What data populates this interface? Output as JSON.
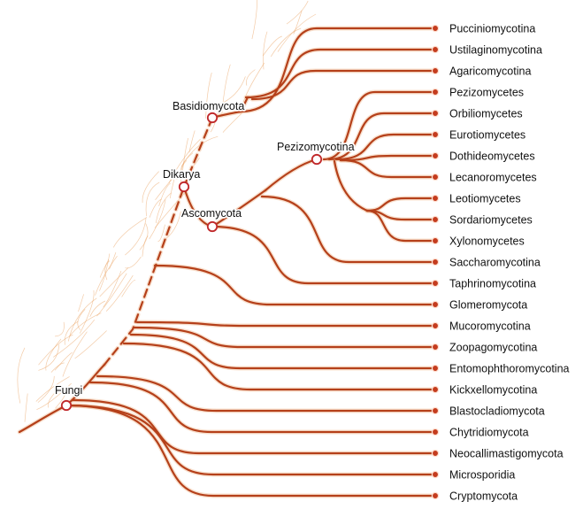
{
  "diagram": {
    "type": "phylogenetic-tree",
    "colors": {
      "branch": "#b5401a",
      "branch_glow": "#f2c7a6",
      "wisps": "#e9a15e",
      "tip_dot": "#c43c1e",
      "node_ring": "#c0282a",
      "text": "#111111"
    },
    "internal_nodes": [
      {
        "id": "fungi",
        "label": "Fungi"
      },
      {
        "id": "dikarya",
        "label": "Dikarya"
      },
      {
        "id": "basidiomycota",
        "label": "Basidiomycota"
      },
      {
        "id": "ascomycota",
        "label": "Ascomycota"
      },
      {
        "id": "pezizomycotina",
        "label": "Pezizomycotina"
      }
    ],
    "tips": [
      "Pucciniomycotina",
      "Ustilaginomycotina",
      "Agaricomycotina",
      "Pezizomycetes",
      "Orbiliomycetes",
      "Eurotiomycetes",
      "Dothideomycetes",
      "Lecanoromycetes",
      "Leotiomycetes",
      "Sordariomycetes",
      "Xylonomycetes",
      "Saccharomycotina",
      "Taphrinomycotina",
      "Glomeromycota",
      "Mucoromycotina",
      "Zoopagomycotina",
      "Entomophthoromycotina",
      "Kickxellomycotina",
      "Blastocladiomycota",
      "Chytridiomycota",
      "Neocallimastigomycota",
      "Microsporidia",
      "Cryptomycota"
    ]
  }
}
